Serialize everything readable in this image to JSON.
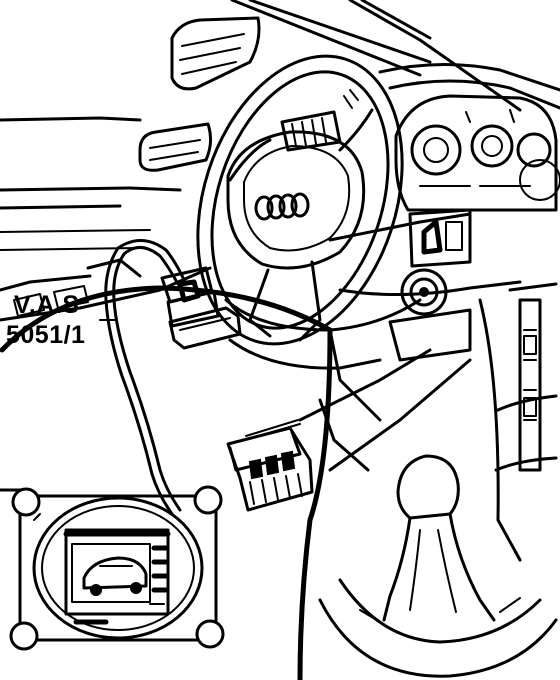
{
  "diagram": {
    "labels": {
      "tool_name": "V.A.S",
      "tool_number": "5051/1"
    },
    "colors": {
      "ink": "#000000",
      "paper": "#ffffff"
    },
    "parts": [
      "steering-wheel",
      "airbag-logo",
      "instrument-cluster",
      "dashboard",
      "diagnostic-plug",
      "obd-socket",
      "gear-lever",
      "diagnostic-tester"
    ]
  }
}
